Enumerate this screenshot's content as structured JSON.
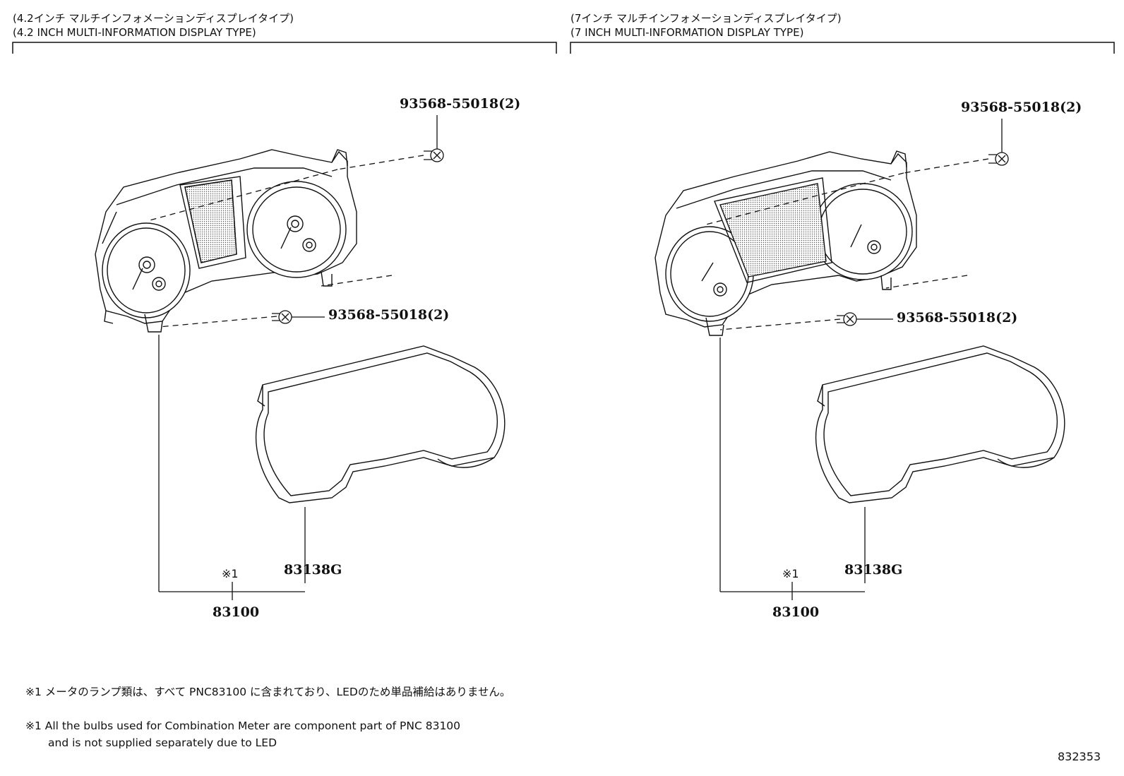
{
  "sections": [
    {
      "header_jp": "(4.2インチ マルチインフォメーションディスプレイタイプ)",
      "header_en": "(4.2 INCH MULTI-INFORMATION DISPLAY TYPE)",
      "callouts": {
        "screw_top": "93568-55018(2)",
        "screw_bottom": "93568-55018(2)",
        "cover": "83138G",
        "meter": "83100",
        "note_mark": "※1"
      }
    },
    {
      "header_jp": "(7インチ マルチインフォメーションディスプレイタイプ)",
      "header_en": "(7 INCH MULTI-INFORMATION DISPLAY TYPE)",
      "callouts": {
        "screw_top": "93568-55018(2)",
        "screw_bottom": "93568-55018(2)",
        "cover": "83138G",
        "meter": "83100",
        "note_mark": "※1"
      }
    }
  ],
  "notes": {
    "jp": "※1 メータのランプ類は、すべて PNC83100 に含まれており、LEDのため単品補給はありません。",
    "en_line1": "※1 All the bulbs used for Combination Meter are component part of PNC 83100",
    "en_line2": "and is not supplied separately due to LED"
  },
  "illustration_number": "832353"
}
